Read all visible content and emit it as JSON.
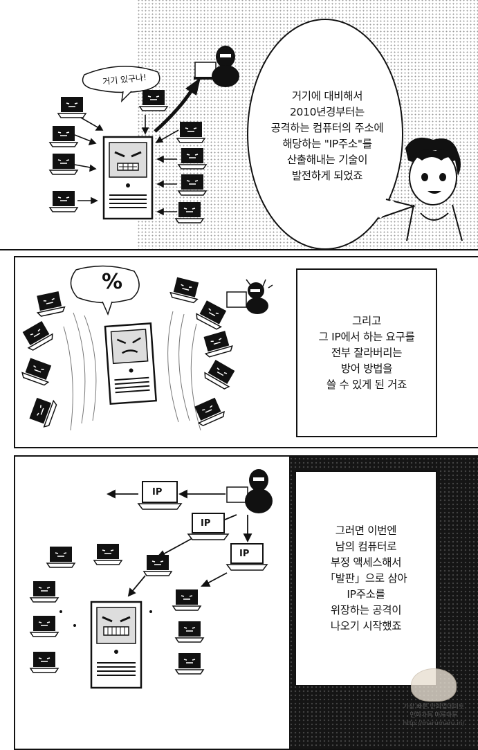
{
  "panel1": {
    "server_exclaim": "거기 있구나!",
    "dialogue": [
      "거기에 대비해서",
      "2010년경부터는",
      "공격하는 컴퓨터의 주소에",
      "해당하는 \"IP주소\"를",
      "산출해내는 기술이",
      "발전하게 되었죠"
    ]
  },
  "panel2": {
    "server_symbol": "%",
    "caption": [
      "그리고",
      "그 IP에서 하는 요구를",
      "전부 잘라버리는",
      "방어 방법을",
      "쓸 수 있게 된 거죠"
    ]
  },
  "panel3": {
    "ip_label": "IP",
    "caption": [
      "그러면 이번엔",
      "남의 컴퓨터로",
      "부정 액세스해서",
      "「발판」으로 삼아",
      "IP주소를",
      "위장하는 공격이",
      "나오기 시작했죠"
    ]
  },
  "watermark": {
    "line1": "가장 빠른 만화업데이트",
    "line2": "만화가득 마루마루",
    "line3": "http://marumaru.in/"
  },
  "icons": {
    "laptop": "laptop-icon",
    "server": "server-tower-icon",
    "hacker": "masked-hacker-icon"
  }
}
